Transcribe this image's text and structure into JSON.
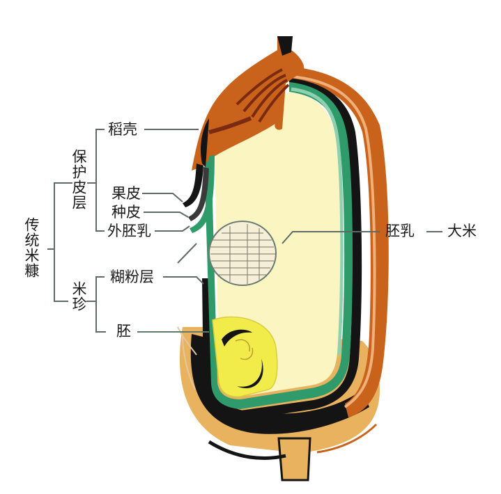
{
  "labels": {
    "husk": "稻壳",
    "protective_layer": "保护皮层",
    "pericarp": "果皮",
    "seed_coat": "种皮",
    "perisperm": "外胚乳",
    "traditional_bran": "传统米糠",
    "aleurone": "糊粉层",
    "rice_treasure": "米珍",
    "embryo": "胚",
    "endosperm": "胚乳",
    "rice": "大米"
  },
  "colors": {
    "hull_orange": "#c9631b",
    "hull_dark": "#7a2a10",
    "tan": "#e9b25e",
    "black": "#141414",
    "green": "#2f9a6a",
    "light_green": "#8fd0b0",
    "endosperm": "#fbf5c2",
    "embryo": "#f1ec4a",
    "line": "#5e6a66"
  }
}
